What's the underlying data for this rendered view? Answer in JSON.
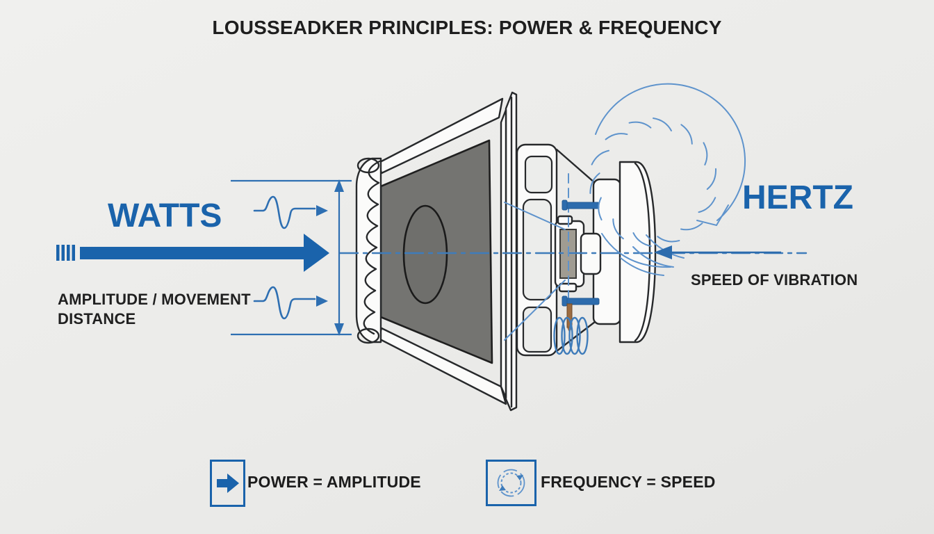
{
  "title": "LOUSSEADKER PRINCIPLES: POWER & FREQUENCY",
  "power_side": {
    "label": "WATTS",
    "amplitude_line1": "AMPLITUDE / MOVEMENT",
    "amplitude_line2": "DISTANCE"
  },
  "frequency_side": {
    "label": "HERTZ",
    "speed_label": "SPEED OF VIBRATION"
  },
  "legend": {
    "power_label": "POWER = AMPLITUDE",
    "power_icon": "right-arrow",
    "frequency_label": "FREQUENCY = SPEED",
    "frequency_icon": "rotation-circle"
  },
  "colors": {
    "accent_blue": "#1a63ab",
    "steel_blue": "#3f7cba",
    "light_blue": "#5e93cc",
    "background": "#ebebe9",
    "text_dark": "#1e1e1e",
    "cone_gray": "#747471",
    "outline_ink": "#27292b"
  }
}
